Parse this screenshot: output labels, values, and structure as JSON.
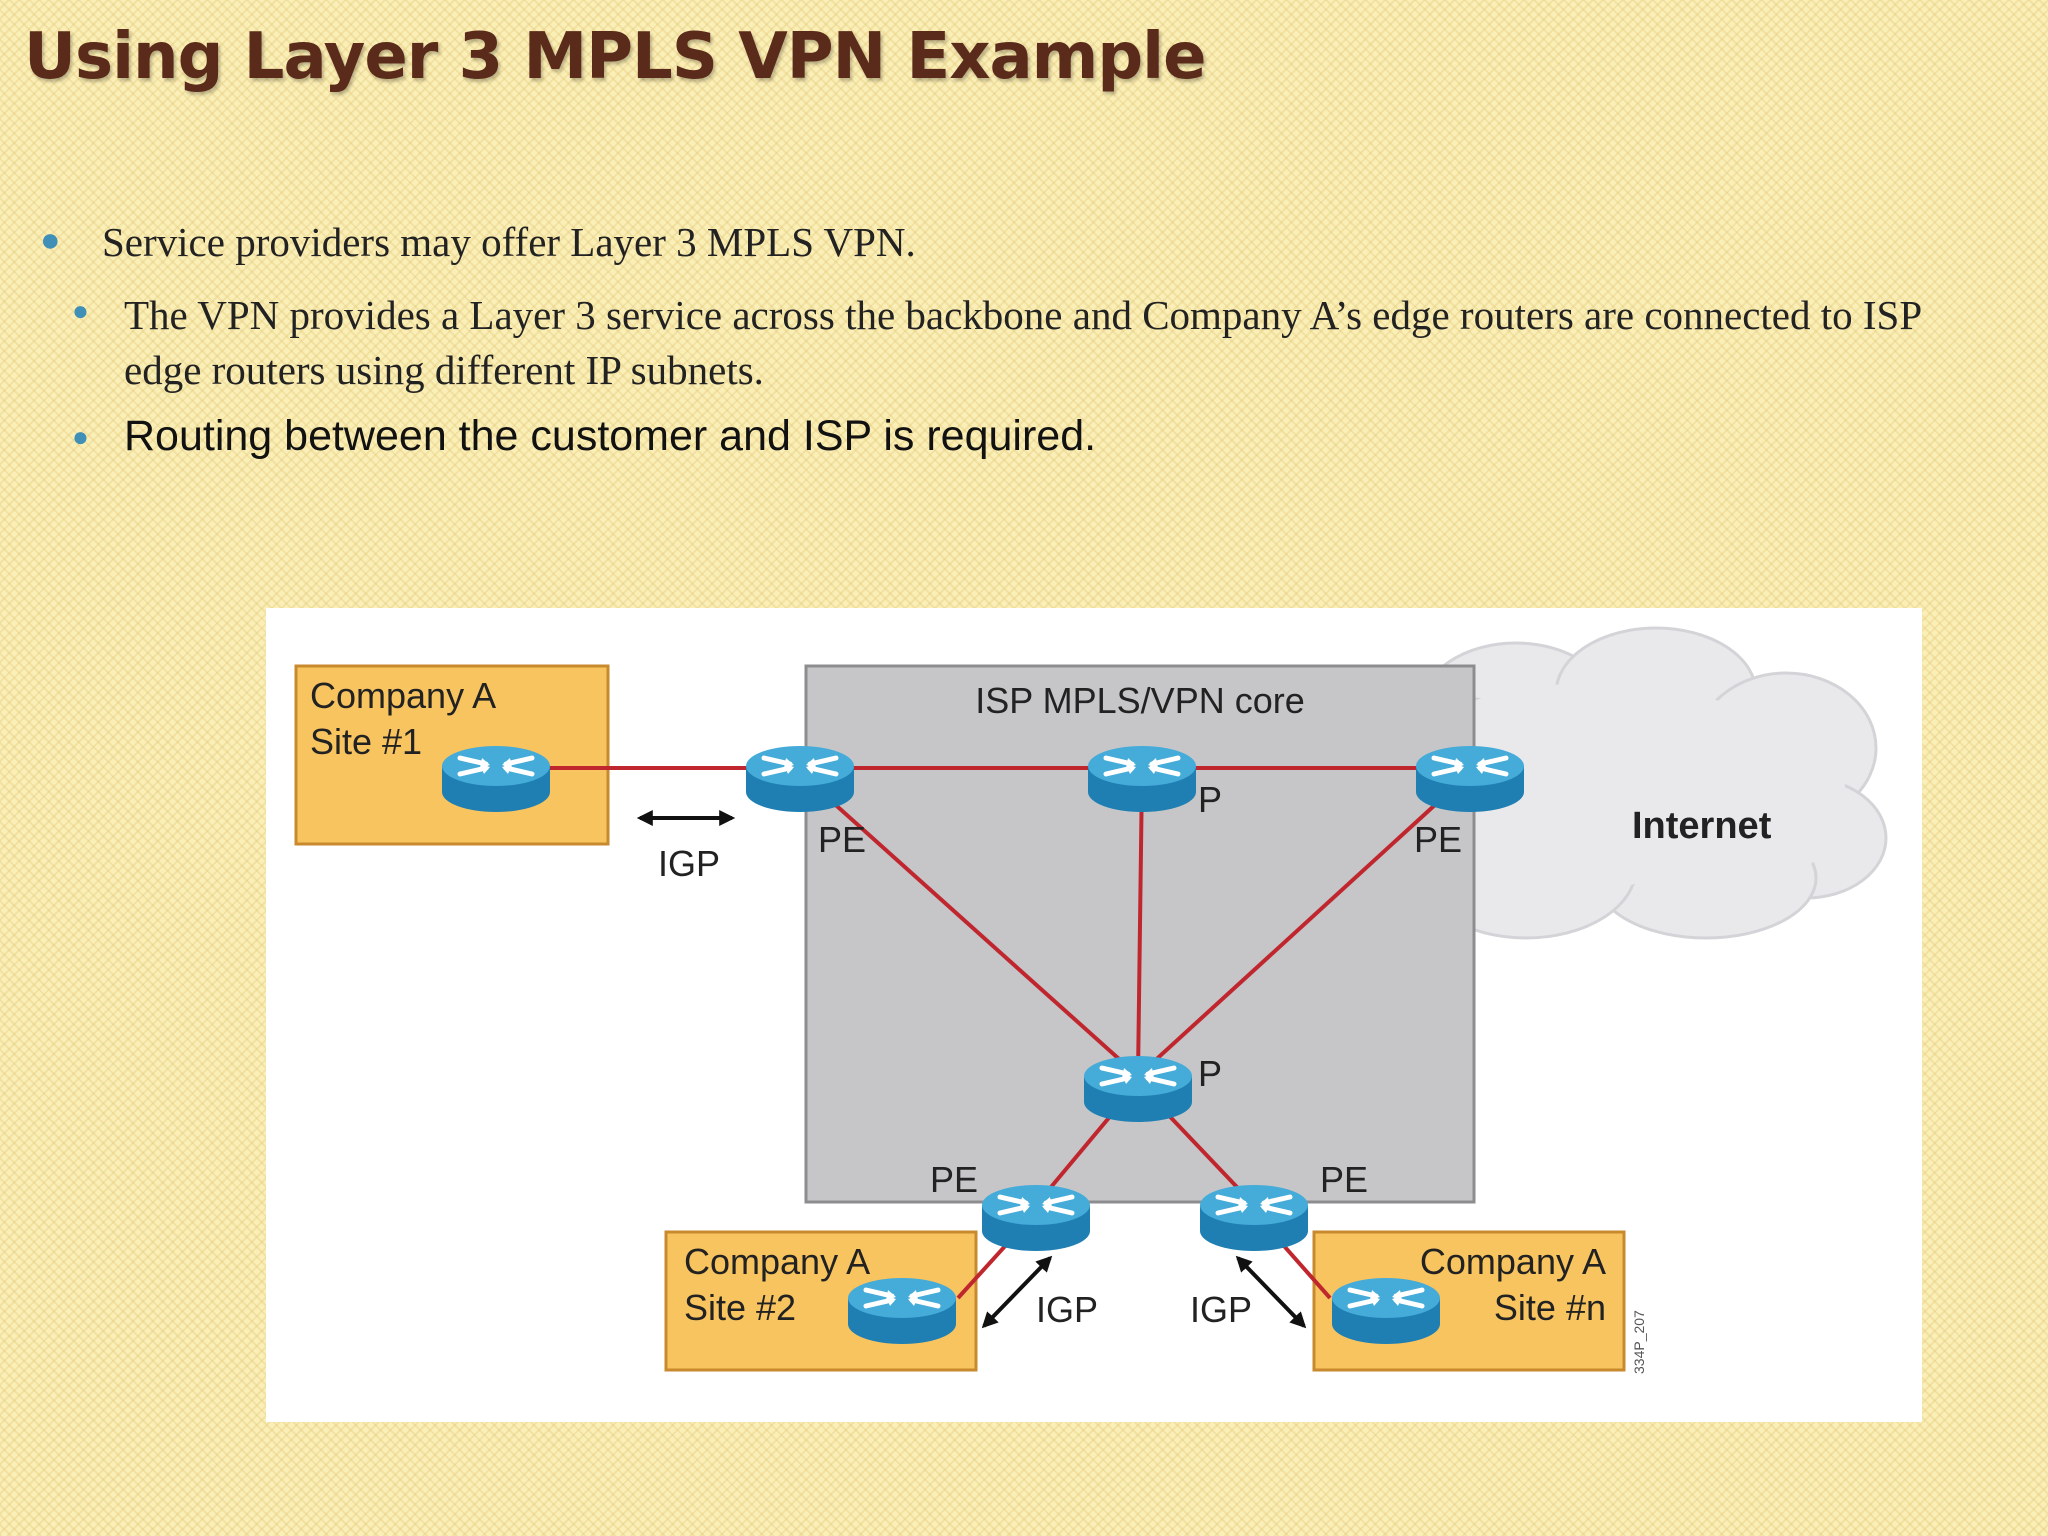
{
  "slide": {
    "title": "Using Layer 3 MPLS VPN Example",
    "bullets": [
      "Service providers may offer Layer 3 MPLS VPN.",
      "The VPN provides a Layer 3 service across the backbone and Company A’s edge routers are connected to ISP edge routers using different IP subnets.",
      "Routing between the customer and ISP is required."
    ],
    "bullet_color": "#3f8fb6",
    "title_color": "#5a2a1b"
  },
  "diagram": {
    "core_label": "ISP MPLS/VPN core",
    "internet_label": "Internet",
    "site1": [
      "Company A",
      "Site #1"
    ],
    "site2": [
      "Company A",
      "Site #2"
    ],
    "siten": [
      "Company A",
      "Site #n"
    ],
    "router_labels": {
      "pe_top_left": "PE",
      "p_top": "P",
      "pe_top_right": "PE",
      "p_center": "P",
      "pe_bottom_left": "PE",
      "pe_bottom_right": "PE"
    },
    "igp_labels": [
      "IGP",
      "IGP",
      "IGP"
    ],
    "figure_id": "334P_207",
    "colors": {
      "site_fill": "#f7c45f",
      "site_border": "#c88a2c",
      "core_fill": "#c6c6c8",
      "link": "#c0262e",
      "router": "#2a8fc0"
    }
  }
}
